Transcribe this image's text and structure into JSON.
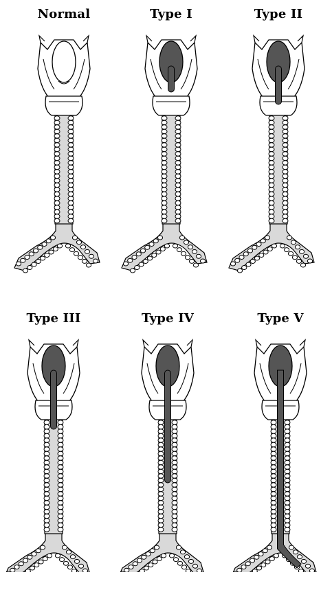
{
  "figure": {
    "panels": [
      {
        "title": "Normal",
        "cleft": "none"
      },
      {
        "title": "Type I",
        "cleft": "supraglottic"
      },
      {
        "title": "Type II",
        "cleft": "partial-cricoid"
      },
      {
        "title": "Type III",
        "cleft": "total-cricoid"
      },
      {
        "title": "Type IV",
        "cleft": "cervical-trachea"
      },
      {
        "title": "Type V",
        "cleft": "thoracic-trachea"
      }
    ],
    "colors": {
      "line": "#000000",
      "trachea_fill": "#d9d9d9",
      "ring_fill": "#ffffff",
      "cleft_fill": "#555555",
      "background": "#ffffff"
    }
  }
}
